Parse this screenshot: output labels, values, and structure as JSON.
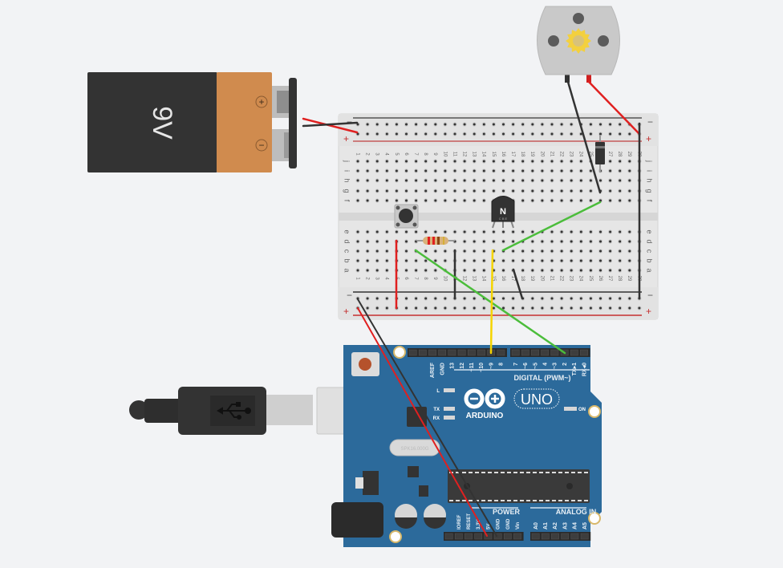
{
  "battery": {
    "label": "9V",
    "plus_symbol": "+",
    "minus_symbol": "−",
    "body_color": "#333333",
    "cap_color": "#d08b4e"
  },
  "breadboard": {
    "rail_minus": "−",
    "rail_plus": "+",
    "columns": [
      "1",
      "2",
      "3",
      "4",
      "5",
      "6",
      "7",
      "8",
      "9",
      "10",
      "11",
      "12",
      "13",
      "14",
      "15",
      "16",
      "17",
      "18",
      "19",
      "20",
      "21",
      "22",
      "23",
      "24",
      "25",
      "26",
      "27",
      "28",
      "29",
      "30"
    ],
    "rows_top": [
      "j",
      "i",
      "h",
      "g",
      "f"
    ],
    "rows_bottom": [
      "e",
      "d",
      "c",
      "b",
      "a"
    ]
  },
  "transistor": {
    "label": "N",
    "pins": "C B E"
  },
  "resistor": {
    "bands": [
      "#e02020",
      "#e02020",
      "#8b4513",
      "#d4af37"
    ]
  },
  "motor": {
    "gear_color": "#f3d03e"
  },
  "arduino": {
    "brand": "ARDUINO",
    "model": "UNO",
    "board_color": "#2c6a9b",
    "digital_label": "DIGITAL (PWM~)",
    "power_label": "POWER",
    "analog_label": "ANALOG IN",
    "on_label": "ON",
    "led_labels": [
      "L",
      "TX",
      "RX"
    ],
    "crystal_label": "SPK16.000G",
    "digital_pins_left": [
      "AREF",
      "GND",
      "13",
      "12",
      "~11",
      "~10",
      "~9",
      "8"
    ],
    "digital_pins_right": [
      "7",
      "~6",
      "~5",
      "4",
      "~3",
      "2",
      "TX▸1",
      "RX◂0"
    ],
    "power_pins": [
      "IOREF",
      "RESET",
      "3.3V",
      "5V",
      "GND",
      "GND",
      "Vin"
    ],
    "analog_pins": [
      "A0",
      "A1",
      "A2",
      "A3",
      "A4",
      "A5"
    ]
  },
  "wires": [
    {
      "name": "battery-positive-wire",
      "color": "#e02020"
    },
    {
      "name": "battery-negative-wire",
      "color": "#333333"
    },
    {
      "name": "motor-negative-wire",
      "color": "#333333"
    },
    {
      "name": "motor-positive-wire",
      "color": "#e02020"
    },
    {
      "name": "ground-rail-right-wire",
      "color": "#333333"
    },
    {
      "name": "button-to-5v-rail-wire",
      "color": "#e02020"
    },
    {
      "name": "resistor-ground-wire",
      "color": "#333333"
    },
    {
      "name": "emitter-ground-wire",
      "color": "#333333"
    },
    {
      "name": "diode-to-collector-wire",
      "color": "#4bbd3b"
    },
    {
      "name": "button-to-pin2-wire",
      "color": "#4bbd3b"
    },
    {
      "name": "base-to-pin9-wire",
      "color": "#f5d400"
    },
    {
      "name": "arduino-5v-wire",
      "color": "#e02020"
    },
    {
      "name": "arduino-gnd-wire",
      "color": "#333333"
    }
  ]
}
